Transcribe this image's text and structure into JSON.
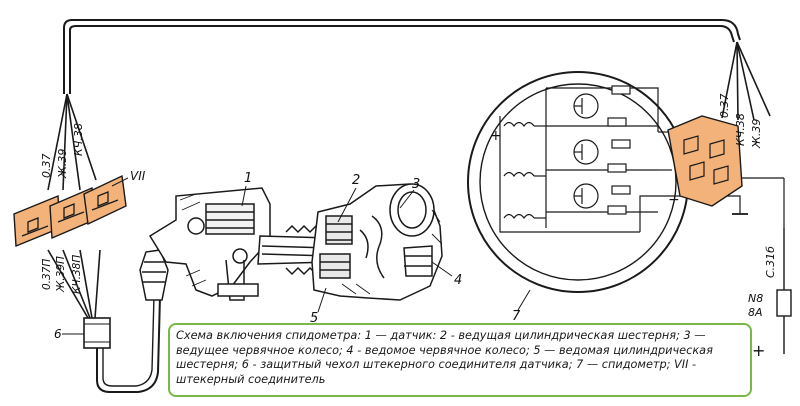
{
  "colors": {
    "line": "#1a1a1a",
    "connector_fill": "#f3b27a",
    "caption_border": "#7ab648"
  },
  "labels": {
    "roman7": "VII",
    "n1": "1",
    "n2": "2",
    "n3": "3",
    "n4": "4",
    "n5": "5",
    "n6": "6",
    "n7": "7"
  },
  "left_wires_top": [
    "0.37",
    "Ж.39",
    "КЧ.38"
  ],
  "left_wires_bottom": [
    "0.37П",
    "Ж.39П",
    "КЧ.38П"
  ],
  "right_wires": [
    "0.37",
    "КЧ.38",
    "Ж.39"
  ],
  "supply_wire": "С.31б",
  "fuse_label": "N8\n8A",
  "polarity": {
    "plus_inner": "+",
    "minus_inner": "−",
    "plus_supply": "+"
  },
  "caption": "Схема включения спидометра: 1 — датчик: 2 - ведущая цилиндрическая шестерня; 3 — ведущее червячное колесо; 4 - ведомое червячное колесо; 5 — ведомая цилиндрическая шестерня; 6 - защитный чехол штекерного соединителя датчика; 7 — спидометр;  VII -  штекерный соединитель"
}
